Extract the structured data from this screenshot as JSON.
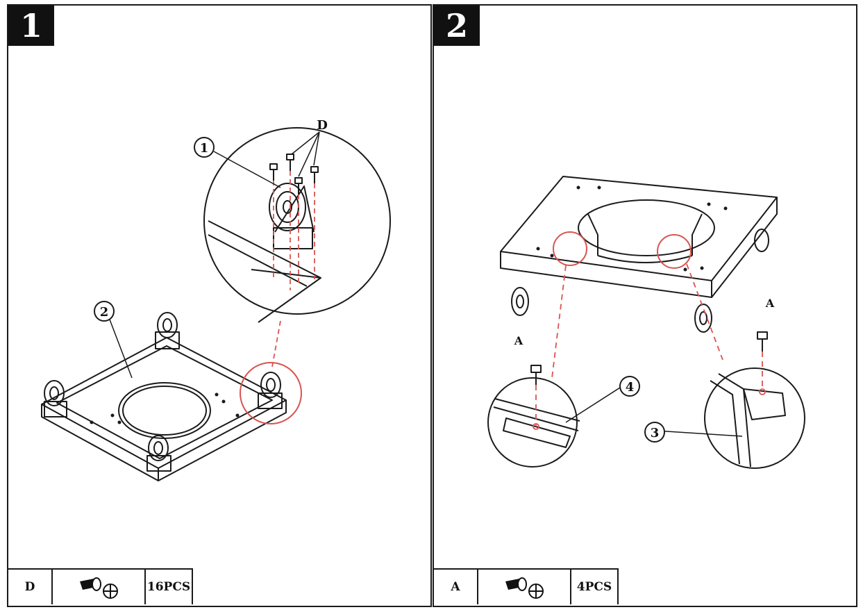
{
  "steps": [
    {
      "number": "1",
      "callouts": {
        "part_1": "1",
        "part_2": "2",
        "screw": "D"
      },
      "legend": {
        "code": "D",
        "qty": "16PCS",
        "icon": "screw-icon"
      }
    },
    {
      "number": "2",
      "callouts": {
        "screw_left": "A",
        "screw_right": "A",
        "part_4": "4",
        "part_3": "3"
      },
      "legend": {
        "code": "A",
        "qty": "4PCS",
        "icon": "screw-icon"
      }
    }
  ],
  "colors": {
    "line": "#1a1a1a",
    "guide": "#d9534f",
    "badge": "#111111"
  }
}
